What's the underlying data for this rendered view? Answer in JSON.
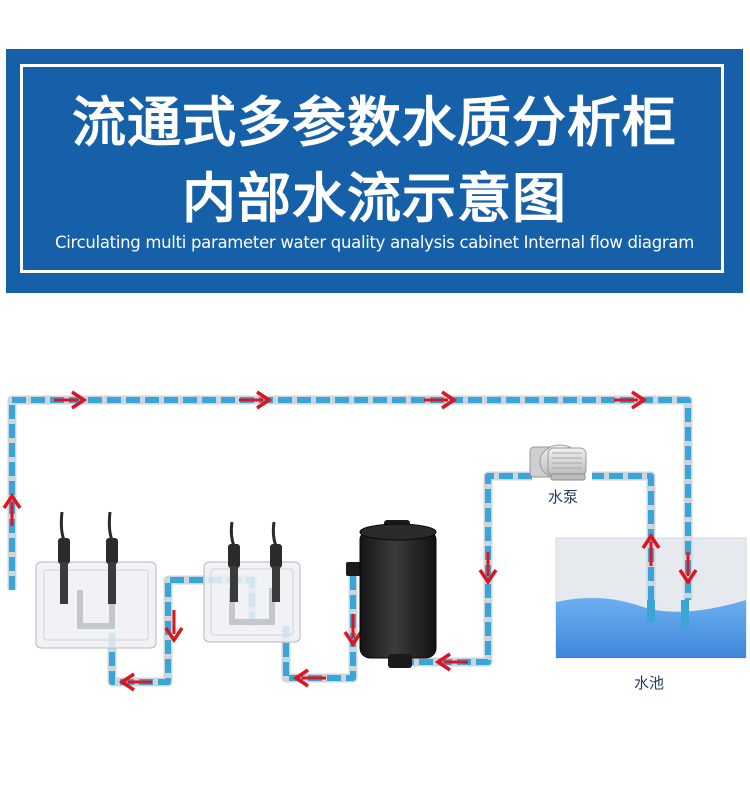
{
  "banner": {
    "title_line1": "流通式多参数水质分析柜",
    "title_line2": "内部水流示意图",
    "subtitle": "Circulating multi parameter water quality analysis cabinet Internal flow diagram"
  },
  "diagram": {
    "pump_label": "水泵",
    "pool_label": "水池"
  },
  "colors": {
    "banner_blue": "#1560a9",
    "pipe_blue": "#3aa6d8",
    "arrow_red": "#e0141e",
    "water_blue": "#4a98e6"
  },
  "icons": [
    "flow-arrow-icon",
    "water-pump-icon",
    "sensor-probe-icon",
    "filter-tank-icon"
  ]
}
